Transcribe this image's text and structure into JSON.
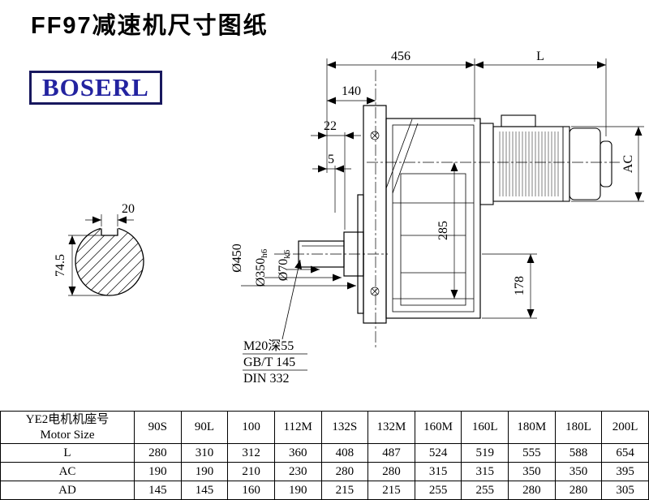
{
  "page": {
    "title": "FF97减速机尺寸图纸",
    "logo": "BOSERL"
  },
  "drawing": {
    "dims": {
      "overall_456": "456",
      "motor_length_L": "L",
      "d140": "140",
      "d22": "22",
      "d5": "5",
      "ac_label": "AC",
      "d285": "285",
      "d178": "178",
      "flange_dia": "Ø450",
      "spigot_dia_main": "Ø350",
      "spigot_dia_tol": "h6",
      "shaft_dia_main": "Ø70",
      "shaft_dia_tol": "k6",
      "keyway_width": "20",
      "key_height": "74.5",
      "tap_hole": "M20深55",
      "standard_gb": "GB/T 145",
      "standard_din": "DIN 332"
    }
  },
  "table": {
    "header_cn": "YE2电机机座号",
    "header_en": "Motor Size",
    "columns": [
      "90S",
      "90L",
      "100",
      "112M",
      "132S",
      "132M",
      "160M",
      "160L",
      "180M",
      "180L",
      "200L"
    ],
    "rows": [
      {
        "label": "L",
        "values": [
          "280",
          "310",
          "312",
          "360",
          "408",
          "487",
          "524",
          "519",
          "555",
          "588",
          "654"
        ]
      },
      {
        "label": "AC",
        "values": [
          "190",
          "190",
          "210",
          "230",
          "280",
          "280",
          "315",
          "315",
          "350",
          "350",
          "395"
        ]
      },
      {
        "label": "AD",
        "values": [
          "145",
          "145",
          "160",
          "190",
          "215",
          "215",
          "255",
          "255",
          "280",
          "280",
          "305"
        ]
      }
    ]
  }
}
